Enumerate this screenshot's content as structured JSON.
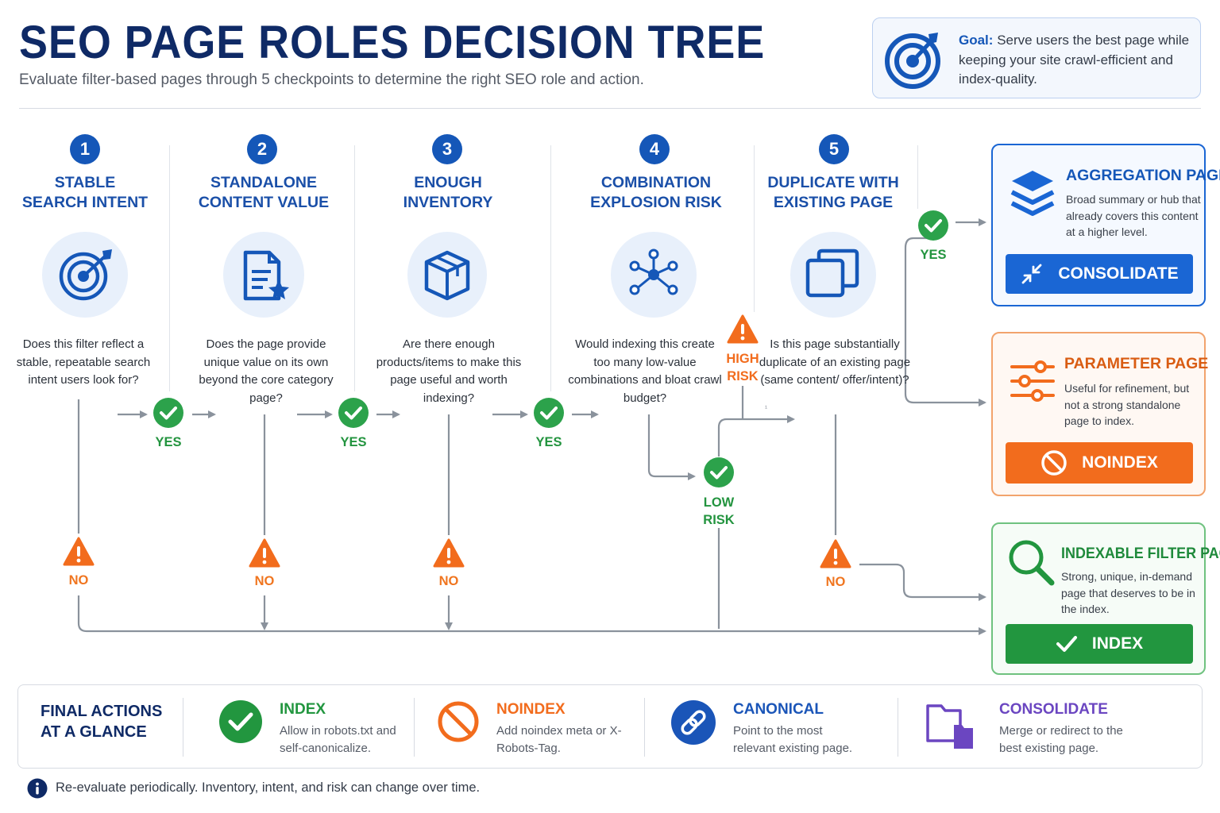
{
  "header": {
    "title": "SEO PAGE ROLES DECISION TREE",
    "subtitle": "Evaluate filter-based pages through 5 checkpoints to determine the right SEO role and action."
  },
  "goal": {
    "label": "Goal:",
    "text": "Serve users the best page while keeping your site crawl-efficient and index-quality."
  },
  "checkpoints": [
    {
      "number": "1",
      "title_line1": "STABLE",
      "title_line2": "SEARCH INTENT",
      "question": "Does this filter reflect a stable, repeatable search intent users look for?",
      "icon": "target-icon"
    },
    {
      "number": "2",
      "title_line1": "STANDALONE",
      "title_line2": "CONTENT VALUE",
      "question": "Does the page provide unique value on its own beyond the core category page?",
      "icon": "document-star-icon"
    },
    {
      "number": "3",
      "title_line1": "ENOUGH",
      "title_line2": "INVENTORY",
      "question": "Are there enough products/items to make this page useful and worth indexing?",
      "icon": "box-icon"
    },
    {
      "number": "4",
      "title_line1": "COMBINATION",
      "title_line2": "EXPLOSION RISK",
      "question": "Would indexing this create too many low-value combinations and bloat crawl budget?",
      "icon": "network-nodes-icon"
    },
    {
      "number": "5",
      "title_line1": "DUPLICATE WITH",
      "title_line2": "EXISTING PAGE",
      "question": "Is this page substantially duplicate of an existing page (same content/ offer/intent)?",
      "icon": "copy-pages-icon"
    }
  ],
  "labels": {
    "yes": "YES",
    "no": "NO",
    "high_risk_1": "HIGH",
    "high_risk_2": "RISK",
    "low_risk_1": "LOW",
    "low_risk_2": "RISK",
    "tick": "¹"
  },
  "outcomes": {
    "aggregation": {
      "title": "AGGREGATION PAGE",
      "desc": "Broad summary or hub that already covers this content at a higher level.",
      "button": "CONSOLIDATE",
      "color": "#1a66d4"
    },
    "parameter": {
      "title": "PARAMETER PAGE",
      "desc": "Useful for refinement, but not a strong standalone page to index.",
      "button": "NOINDEX",
      "color": "#f26c1d"
    },
    "indexable": {
      "title": "INDEXABLE FILTER PAGE",
      "desc": "Strong, unique, in-demand page that deserves to be in the index.",
      "button": "INDEX",
      "color": "#22963f"
    }
  },
  "legend": {
    "title": "FINAL ACTIONS AT A GLANCE",
    "items": [
      {
        "head": "INDEX",
        "desc": "Allow in robots.txt and self-canonicalize.",
        "color": "#22963f",
        "icon": "check-circle-icon"
      },
      {
        "head": "NOINDEX",
        "desc": "Add noindex meta or X-Robots-Tag.",
        "color": "#f26c1d",
        "icon": "block-icon"
      },
      {
        "head": "CANONICAL",
        "desc": "Point to the most relevant existing page.",
        "color": "#1a55b8",
        "icon": "link-icon"
      },
      {
        "head": "CONSOLIDATE",
        "desc": "Merge or redirect to the best existing page.",
        "color": "#6b46c1",
        "icon": "folder-merge-icon"
      }
    ]
  },
  "footnote": "Re-evaluate periodically. Inventory, intent, and risk can change over time."
}
